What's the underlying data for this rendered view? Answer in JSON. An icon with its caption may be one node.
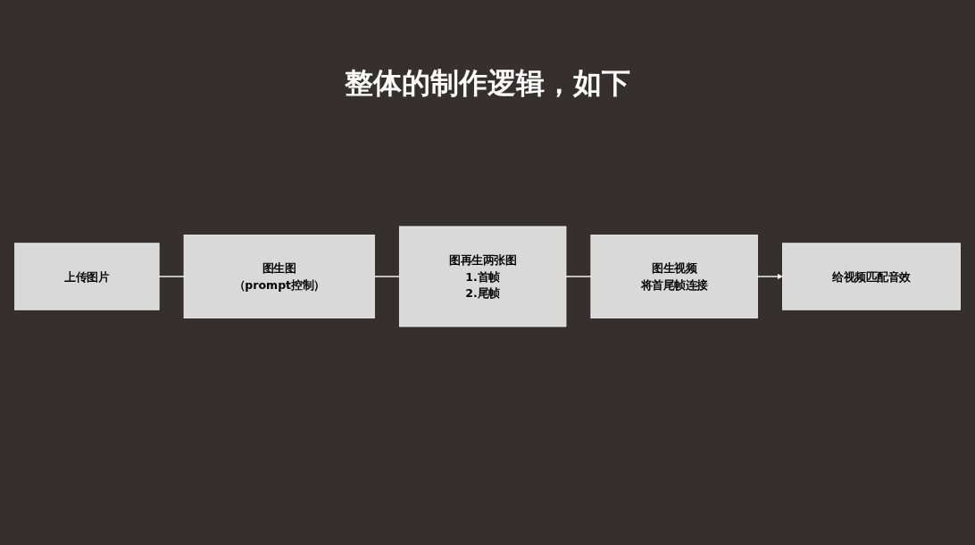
{
  "diagram": {
    "title": "整体的制作逻辑，如下",
    "nodes": [
      {
        "text": [
          "上传图片"
        ]
      },
      {
        "text": [
          "图生图",
          "（prompt控制）"
        ]
      },
      {
        "text": [
          "图再生两张图",
          "1.首帧",
          "2.尾帧"
        ]
      },
      {
        "text": [
          "图生视频",
          "将首尾帧连接"
        ]
      },
      {
        "text": [
          "给视频匹配音效"
        ]
      }
    ],
    "edges": [
      {
        "from": 0,
        "to": 1,
        "arrow": "none"
      },
      {
        "from": 1,
        "to": 2,
        "arrow": "none"
      },
      {
        "from": 2,
        "to": 3,
        "arrow": "none"
      },
      {
        "from": 3,
        "to": 4,
        "arrow": "to"
      }
    ]
  }
}
